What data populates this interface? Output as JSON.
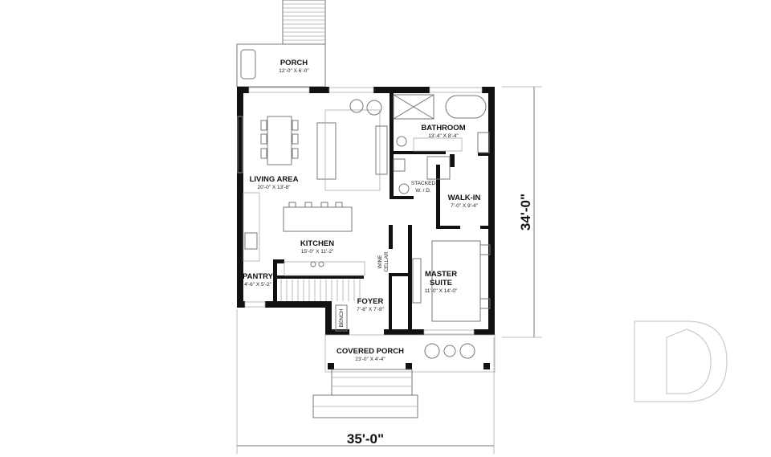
{
  "plan": {
    "rooms": [
      {
        "name": "PORCH",
        "size": "12'-0\" X 6'-0\""
      },
      {
        "name": "LIVING AREA",
        "size": "20'-0\" X 13'-8\""
      },
      {
        "name": "BATHROOM",
        "size": "13'-4\" X 8'-4\""
      },
      {
        "name": "WALK-IN",
        "size": "7'-0\" X 9'-4\""
      },
      {
        "name": "KITCHEN",
        "size": "15'-0\" X 11'-2\""
      },
      {
        "name": "PANTRY",
        "size": "4'-6\" X 5'-2\""
      },
      {
        "name": "MASTER",
        "name2": "SUITE",
        "size": "11'-0\" X 14'-0\""
      },
      {
        "name": "FOYER",
        "size": "7'-8\" X 7'-8\""
      },
      {
        "name": "COVERED PORCH",
        "size": "23'-0\" X 4'-4\""
      }
    ],
    "labels": {
      "stacked": "STACKED",
      "wd": "W. / D.",
      "wine": "WINE",
      "cellar": "CELLAR",
      "bench": "BENCH"
    },
    "dimensions": {
      "width": "35'-0\"",
      "depth": "34'-0\""
    }
  },
  "colors": {
    "wall": "#111111",
    "line": "#777777",
    "logo": "#cccccc"
  }
}
